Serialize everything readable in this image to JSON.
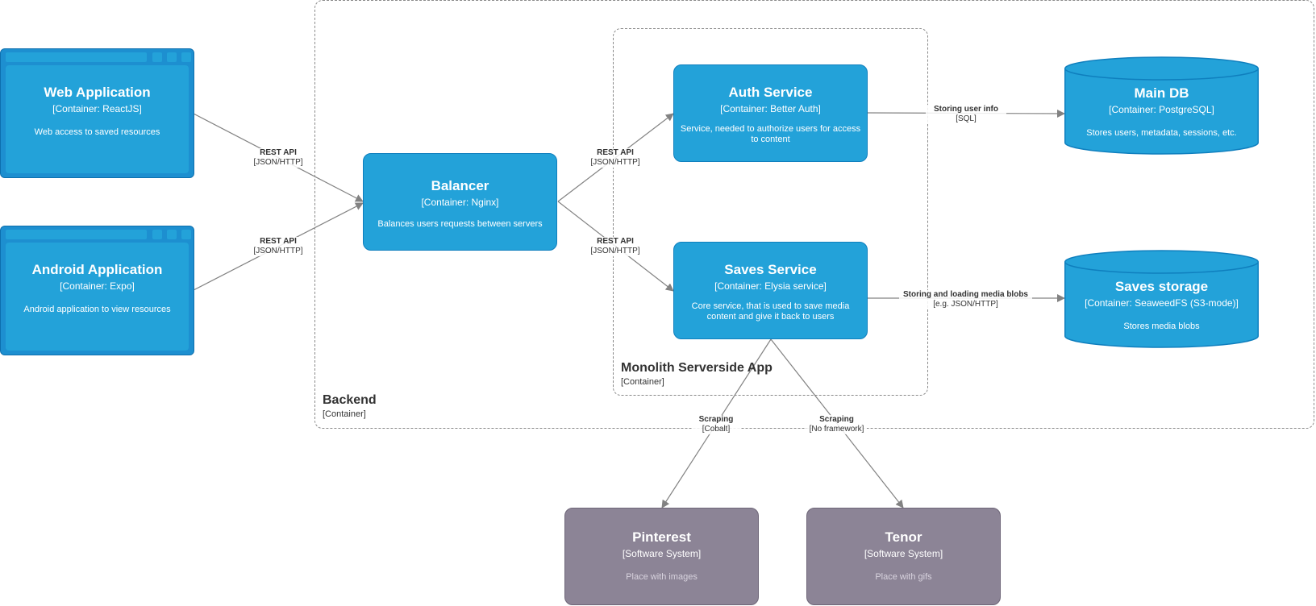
{
  "boundaries": {
    "backend": {
      "title": "Backend",
      "type": "[Container]"
    },
    "monolith": {
      "title": "Monolith Serverside App",
      "type": "[Container]"
    }
  },
  "nodes": {
    "web_app": {
      "name": "Web Application",
      "tech": "[Container: ReactJS]",
      "desc": "Web access to saved resources"
    },
    "android_app": {
      "name": "Android Application",
      "tech": "[Container: Expo]",
      "desc": "Android application to view resources"
    },
    "balancer": {
      "name": "Balancer",
      "tech": "[Container: Nginx]",
      "desc": "Balances users requests between servers"
    },
    "auth": {
      "name": "Auth Service",
      "tech": "[Container: Better Auth]",
      "desc": "Service, needed to authorize users for access to content"
    },
    "saves": {
      "name": "Saves Service",
      "tech": "[Container: Elysia service]",
      "desc": "Core service, that is used to save media content and give it back to users"
    },
    "main_db": {
      "name": "Main DB",
      "tech": "[Container: PostgreSQL]",
      "desc": "Stores users, metadata, sessions, etc."
    },
    "saves_storage": {
      "name": "Saves storage",
      "tech": "[Container: SeaweedFS (S3-mode)]",
      "desc": "Stores media blobs"
    },
    "pinterest": {
      "name": "Pinterest",
      "tech": "[Software System]",
      "desc": "Place with images"
    },
    "tenor": {
      "name": "Tenor",
      "tech": "[Software System]",
      "desc": "Place with gifs"
    }
  },
  "relations": {
    "web_to_balancer": {
      "label": "REST API",
      "tech": "[JSON/HTTP]"
    },
    "android_to_balancer": {
      "label": "REST API",
      "tech": "[JSON/HTTP]"
    },
    "balancer_to_auth": {
      "label": "REST API",
      "tech": "[JSON/HTTP]"
    },
    "balancer_to_saves": {
      "label": "REST API",
      "tech": "[JSON/HTTP]"
    },
    "auth_to_maindb": {
      "label": "Storing user info",
      "tech": "[SQL]"
    },
    "saves_to_storage": {
      "label": "Storing and loading media blobs",
      "tech": "[e.g. JSON/HTTP]"
    },
    "saves_to_pinterest": {
      "label": "Scraping",
      "tech": "[Cobalt]"
    },
    "saves_to_tenor": {
      "label": "Scraping",
      "tech": "[No framework]"
    }
  },
  "colors": {
    "container": "#23a2d9",
    "container_border": "#0f7fbe",
    "web_app_frame": "#1d8fd0",
    "external_system": "#8c8496",
    "arrow": "#828282",
    "boundary": "#8a8a8a"
  }
}
